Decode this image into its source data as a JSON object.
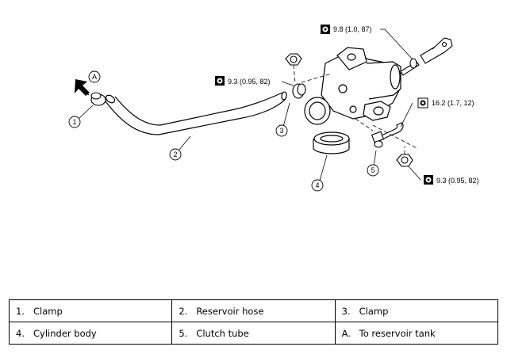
{
  "callouts": {
    "c1": "1",
    "c2": "2",
    "c3": "3",
    "c4": "4",
    "c5": "5",
    "cA": "A"
  },
  "torques": {
    "t_top": "9.8 (1.0, 87)",
    "t_left": "9.3 (0.95, 82)",
    "t_right": "16.2 (1.7, 12)",
    "t_bottom": "9.3 (0.95, 82)"
  },
  "legend": [
    [
      {
        "num": "1.",
        "label": "Clamp"
      },
      {
        "num": "2.",
        "label": "Reservoir hose"
      },
      {
        "num": "3.",
        "label": "Clamp"
      }
    ],
    [
      {
        "num": "4.",
        "label": "Cylinder body"
      },
      {
        "num": "5.",
        "label": "Clutch tube"
      },
      {
        "num": "A.",
        "label": "To reservoir tank"
      }
    ]
  ]
}
